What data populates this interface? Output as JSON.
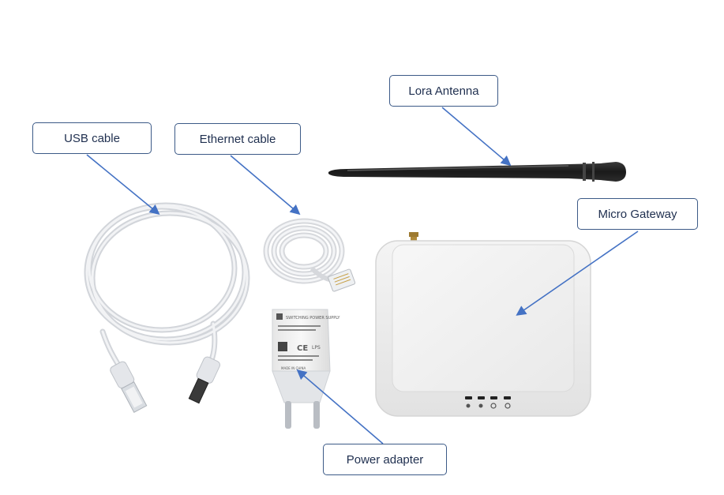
{
  "callouts": {
    "lora_antenna": "Lora Antenna",
    "usb_cable": "USB cable",
    "ethernet_cable": "Ethernet cable",
    "micro_gateway": "Micro Gateway",
    "power_adapter": "Power adapter"
  },
  "colors": {
    "callout_border": "#3c5a87",
    "callout_text": "#1f2f4f",
    "arrow": "#4472c4",
    "background": "#ffffff"
  },
  "product_markings": {
    "adapter_label_title": "SWITCHING POWER SUPPLY",
    "adapter_ce_mark": "CE",
    "adapter_lps_mark": "LPS",
    "adapter_origin": "MADE IN CHINA"
  }
}
